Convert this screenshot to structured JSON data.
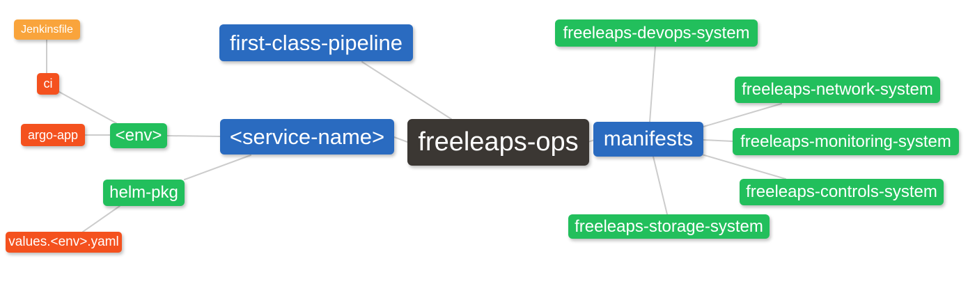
{
  "diagram": {
    "type": "mindmap",
    "root": "freeleaps-ops",
    "nodes": [
      {
        "id": "jenkinsfile",
        "label": "Jenkinsfile",
        "color": "#f9a43c"
      },
      {
        "id": "ci",
        "label": "ci",
        "color": "#f4511e"
      },
      {
        "id": "argo-app",
        "label": "argo-app",
        "color": "#f4511e"
      },
      {
        "id": "env",
        "label": "<env>",
        "color": "#22bf5c"
      },
      {
        "id": "service-name",
        "label": "<service-name>",
        "color": "#2a6bc0"
      },
      {
        "id": "first-class-pipeline",
        "label": "first-class-pipeline",
        "color": "#2a6bc0"
      },
      {
        "id": "freeleaps-ops",
        "label": "freeleaps-ops",
        "color": "#3b3733"
      },
      {
        "id": "manifests",
        "label": "manifests",
        "color": "#2a6bc0"
      },
      {
        "id": "devops-system",
        "label": "freeleaps-devops-system",
        "color": "#22bf5c"
      },
      {
        "id": "network-system",
        "label": "freeleaps-network-system",
        "color": "#22bf5c"
      },
      {
        "id": "monitoring-system",
        "label": "freeleaps-monitoring-system",
        "color": "#22bf5c"
      },
      {
        "id": "controls-system",
        "label": "freeleaps-controls-system",
        "color": "#22bf5c"
      },
      {
        "id": "storage-system",
        "label": "freeleaps-storage-system",
        "color": "#22bf5c"
      },
      {
        "id": "helm-pkg",
        "label": "helm-pkg",
        "color": "#22bf5c"
      },
      {
        "id": "values-env-yaml",
        "label": "values.<env>.yaml",
        "color": "#f4511e"
      }
    ],
    "edges": [
      {
        "from": "jenkinsfile",
        "to": "ci"
      },
      {
        "from": "ci",
        "to": "env"
      },
      {
        "from": "argo-app",
        "to": "env"
      },
      {
        "from": "env",
        "to": "service-name"
      },
      {
        "from": "helm-pkg",
        "to": "service-name"
      },
      {
        "from": "values-env-yaml",
        "to": "helm-pkg"
      },
      {
        "from": "service-name",
        "to": "freeleaps-ops"
      },
      {
        "from": "first-class-pipeline",
        "to": "freeleaps-ops"
      },
      {
        "from": "freeleaps-ops",
        "to": "manifests"
      },
      {
        "from": "manifests",
        "to": "devops-system"
      },
      {
        "from": "manifests",
        "to": "network-system"
      },
      {
        "from": "manifests",
        "to": "monitoring-system"
      },
      {
        "from": "manifests",
        "to": "controls-system"
      },
      {
        "from": "manifests",
        "to": "storage-system"
      }
    ]
  },
  "palette": {
    "root_bg": "#3b3733",
    "branch_blue": "#2a6bc0",
    "leaf_green": "#22bf5c",
    "leaf_orange": "#f9a43c",
    "leaf_red": "#f4511e",
    "edge_line": "#cccccc",
    "text": "#ffffff",
    "background": "#ffffff"
  }
}
